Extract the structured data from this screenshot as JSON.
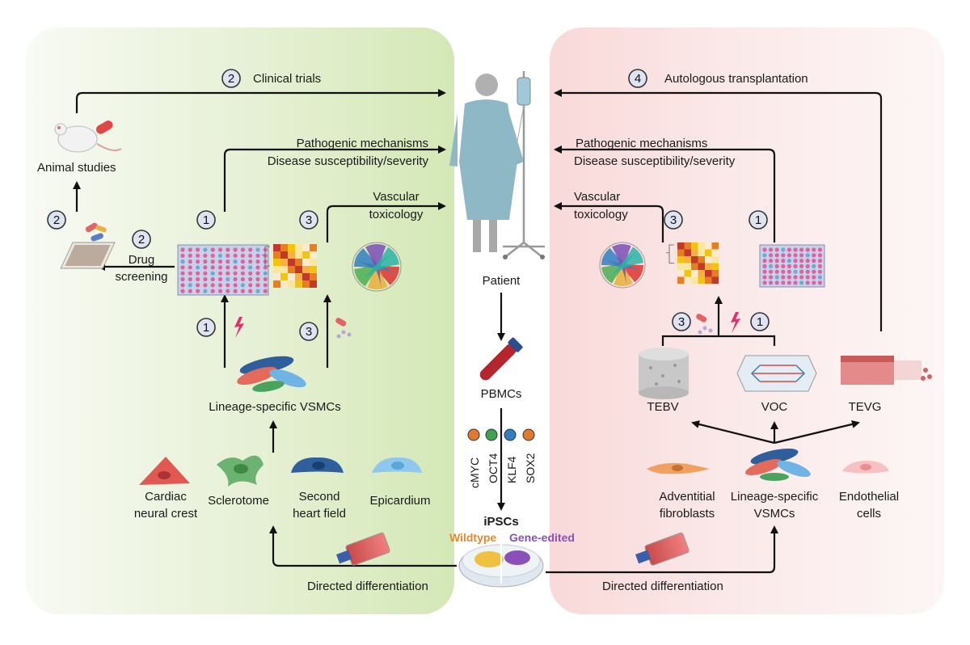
{
  "top": {
    "clinical_trials": "Clinical trials",
    "autologous_transplantation": "Autologous  transplantation"
  },
  "left": {
    "animal_studies": "Animal studies",
    "pathogenic_mechanisms": "Pathogenic mechanisms",
    "disease_susceptibility": "Disease susceptibility/severity",
    "vascular": "Vascular",
    "toxicology": "toxicology",
    "drug": "Drug",
    "screening": "screening",
    "lineage_vsmcs": "Lineage-specific VSMCs",
    "origins": [
      "Cardiac",
      "neural crest",
      "Sclerotome",
      "Second",
      "heart field",
      "Epicardium"
    ],
    "directed_differentiation": "Directed differentiation"
  },
  "center": {
    "patient": "Patient",
    "pbmcs": "PBMCs",
    "factors": [
      "cMYC",
      "OCT4",
      "KLF4",
      "SOX2"
    ],
    "ipscs": "iPSCs",
    "wildtype": "Wildtype",
    "gene_edited": "Gene-edited"
  },
  "right": {
    "pathogenic_mechanisms": "Pathogenic mechanisms",
    "disease_susceptibility": "Disease susceptibility/severity",
    "vascular": "Vascular",
    "toxicology": "toxicology",
    "tebv": "TEBV",
    "voc": "VOC",
    "tevg": "TEVG",
    "adventitial": "Adventitial",
    "fibroblasts": "fibroblasts",
    "lineage": "Lineage-specific",
    "vsmcs": "VSMCs",
    "endothelial": "Endothelial",
    "cells": "cells",
    "directed_differentiation": "Directed differentiation"
  },
  "step_numbers": [
    "1",
    "2",
    "3",
    "4"
  ],
  "colors": {
    "wildtype": "#e8892a",
    "gene_edited": "#8a4fb8",
    "factor_cmyc": "#e07a2e",
    "factor_oct4": "#3fa34d",
    "factor_klf4": "#2f7fc1",
    "factor_sox2": "#e07a2e"
  }
}
